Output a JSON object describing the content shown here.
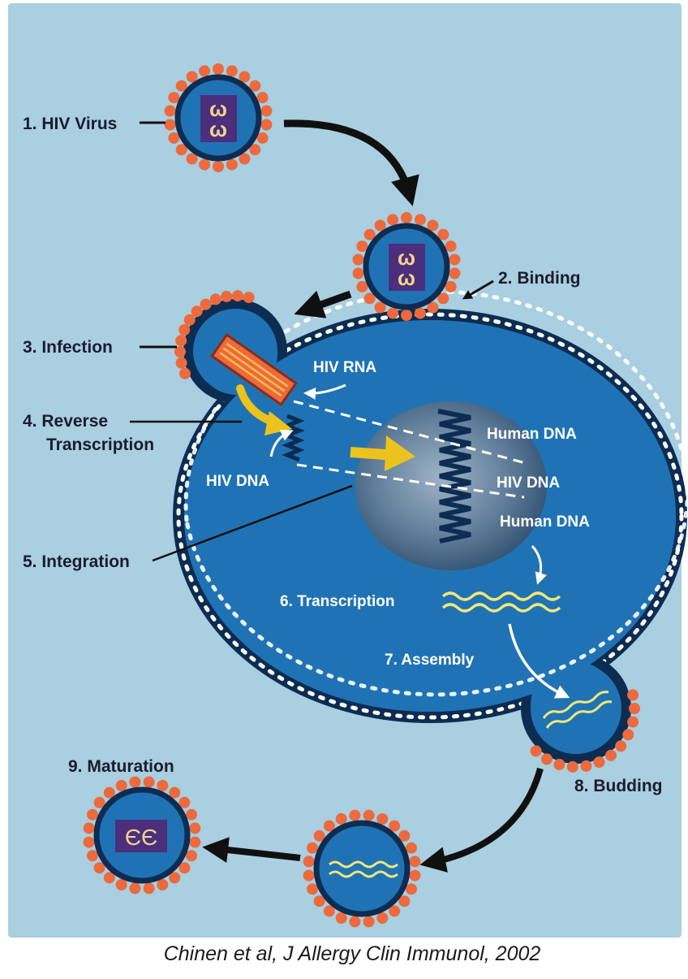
{
  "diagram": {
    "labels": {
      "hiv_virus": "1. HIV Virus",
      "binding": "2. Binding",
      "infection": "3. Infection",
      "reverse_line1": "4. Reverse",
      "reverse_line2": "Transcription",
      "integration": "5. Integration",
      "transcription": "6. Transcription",
      "assembly": "7. Assembly",
      "budding": "8. Budding",
      "maturation": "9. Maturation",
      "hiv_rna": "HIV RNA",
      "hiv_dna_left": "HIV DNA",
      "human_dna_top": "Human DNA",
      "hiv_dna_right": "HIV DNA",
      "human_dna_bottom": "Human DNA"
    },
    "glyphs": {
      "virus_core": "ω",
      "mature_core": "ЄЄ"
    },
    "citation": "Chinen et al, J Allergy Clin Immunol, 2002"
  },
  "colors": {
    "background": "#a9cfe0",
    "cell": "#1f73b4",
    "cell_outline": "#0c2c52",
    "spikes": "#ec6a3d",
    "core": "#4b2e7c",
    "core_glyph": "#f2d48a",
    "yellow_arrow": "#ecc21d",
    "wave": "#f0e57a"
  }
}
